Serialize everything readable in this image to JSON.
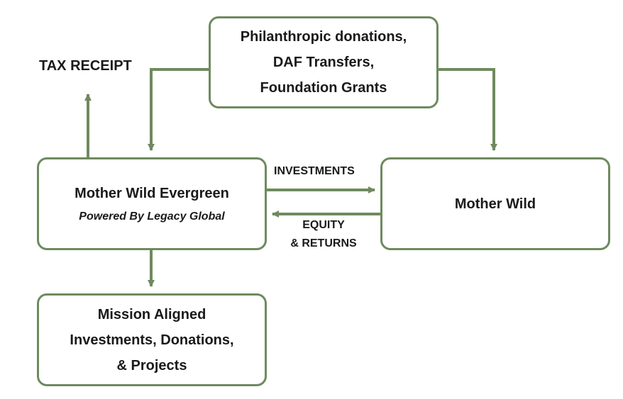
{
  "theme": {
    "accent": "#6f8a5e"
  },
  "nodes": {
    "sources": {
      "lines": [
        "Philanthropic donations,",
        "DAF Transfers,",
        "Foundation Grants"
      ]
    },
    "evergreen": {
      "title": "Mother Wild Evergreen",
      "subtitle": "Powered By Legacy Global"
    },
    "mother_wild": {
      "title": "Mother Wild"
    },
    "mission": {
      "lines": [
        "Mission Aligned",
        "Investments, Donations,",
        "& Projects"
      ]
    }
  },
  "labels": {
    "tax_receipt": "TAX RECEIPT",
    "investments": "INVESTMENTS",
    "equity_returns": [
      "EQUITY",
      "& RETURNS"
    ]
  }
}
